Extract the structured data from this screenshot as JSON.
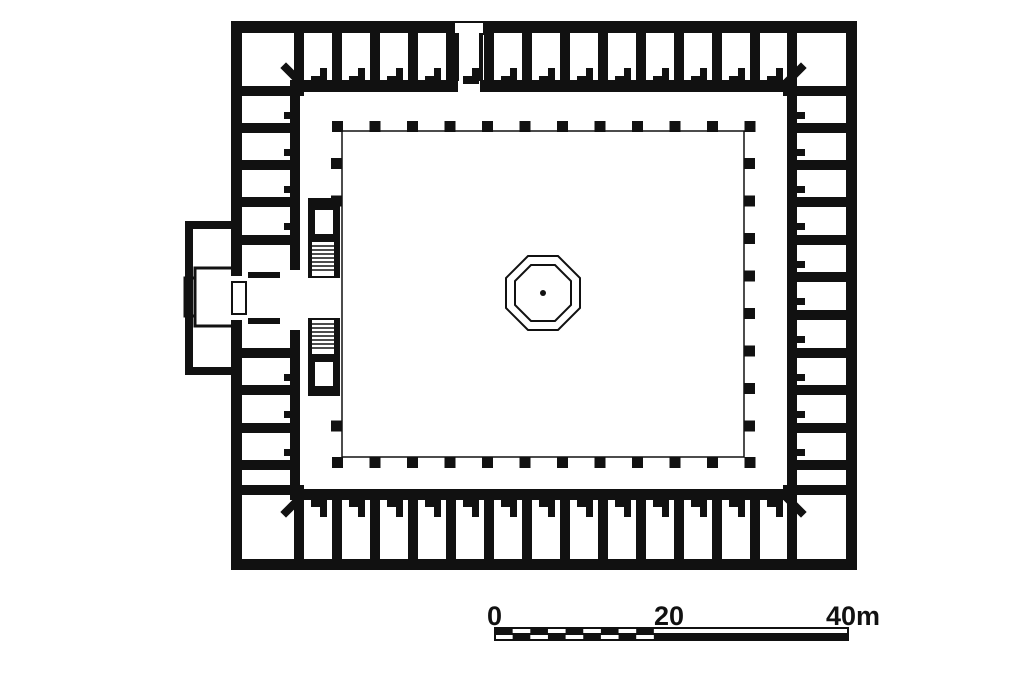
{
  "diagram": {
    "type": "architectural floor plan",
    "colors": {
      "wall": "#111111",
      "paper": "#ffffff"
    }
  },
  "scale_bar": {
    "unit": "m",
    "ticks": [
      {
        "label": "0",
        "value": 0
      },
      {
        "label": "20",
        "value": 20
      },
      {
        "label": "40m",
        "value": 40
      }
    ]
  }
}
